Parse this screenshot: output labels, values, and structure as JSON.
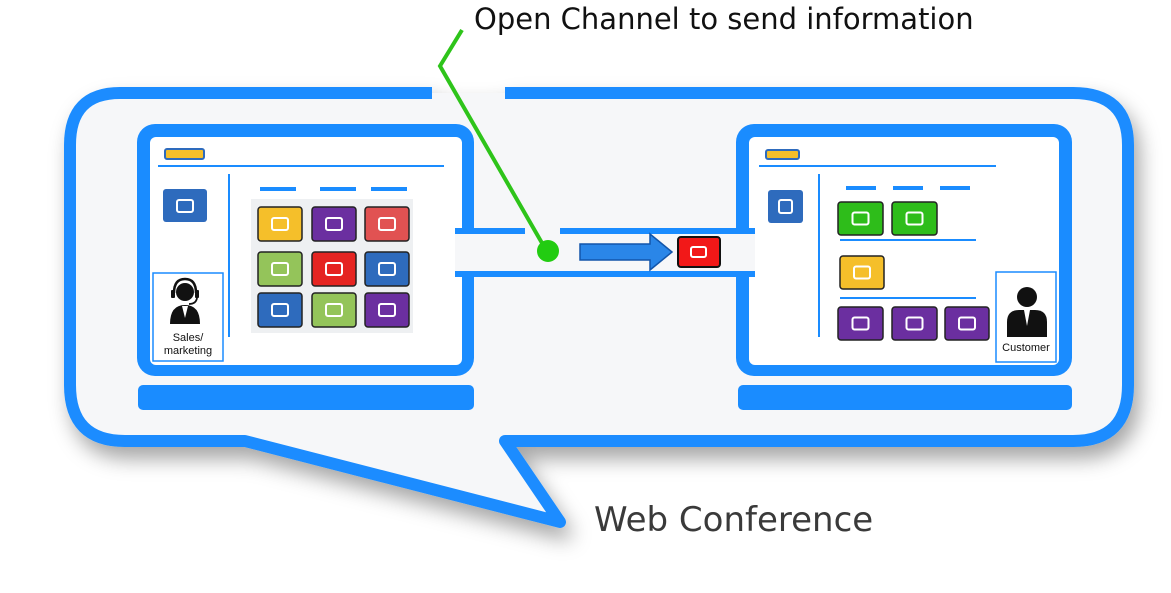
{
  "labels": {
    "channel": "Open Channel to send information",
    "conference": "Web Conference",
    "sales_line1": "Sales/",
    "sales_line2": "marketing",
    "customer": "Customer"
  },
  "colors": {
    "frame_blue": "#1a8cff",
    "channel_dot": "#22cc11",
    "arrow_blue": "#2a86e8",
    "tile_yellow": "#f5bf2a",
    "tile_purple": "#6b2fa0",
    "tile_red": "#e15252",
    "tile_green_light": "#94c45a",
    "tile_red_bright": "#e52421",
    "tile_blue": "#2e6bbd",
    "tile_green": "#2ebd1a",
    "sent_tile": "#f21818"
  },
  "icons": {
    "sales_avatar": "headset-person-icon",
    "customer_avatar": "person-icon"
  }
}
